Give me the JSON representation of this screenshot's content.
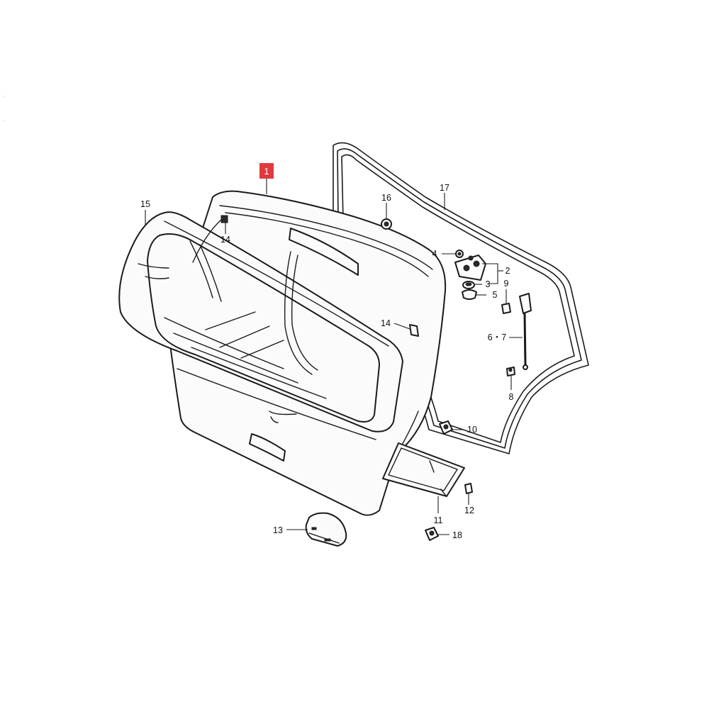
{
  "diagram": {
    "highlighted_callout": "1",
    "highlight_color": "#e03a3e",
    "line_color": "#1b1b1b",
    "background": "#ffffff",
    "margin_marks": [
      ",",
      ","
    ]
  },
  "callouts": {
    "c1": "1",
    "c2": "2",
    "c3": "3",
    "c4": "4",
    "c5": "5",
    "c6_7": "6・7",
    "c8": "8",
    "c9": "9",
    "c10": "10",
    "c11": "11",
    "c12": "12",
    "c13": "13",
    "c14a": "14",
    "c14b": "14",
    "c15": "15",
    "c16": "16",
    "c17": "17",
    "c18": "18"
  }
}
